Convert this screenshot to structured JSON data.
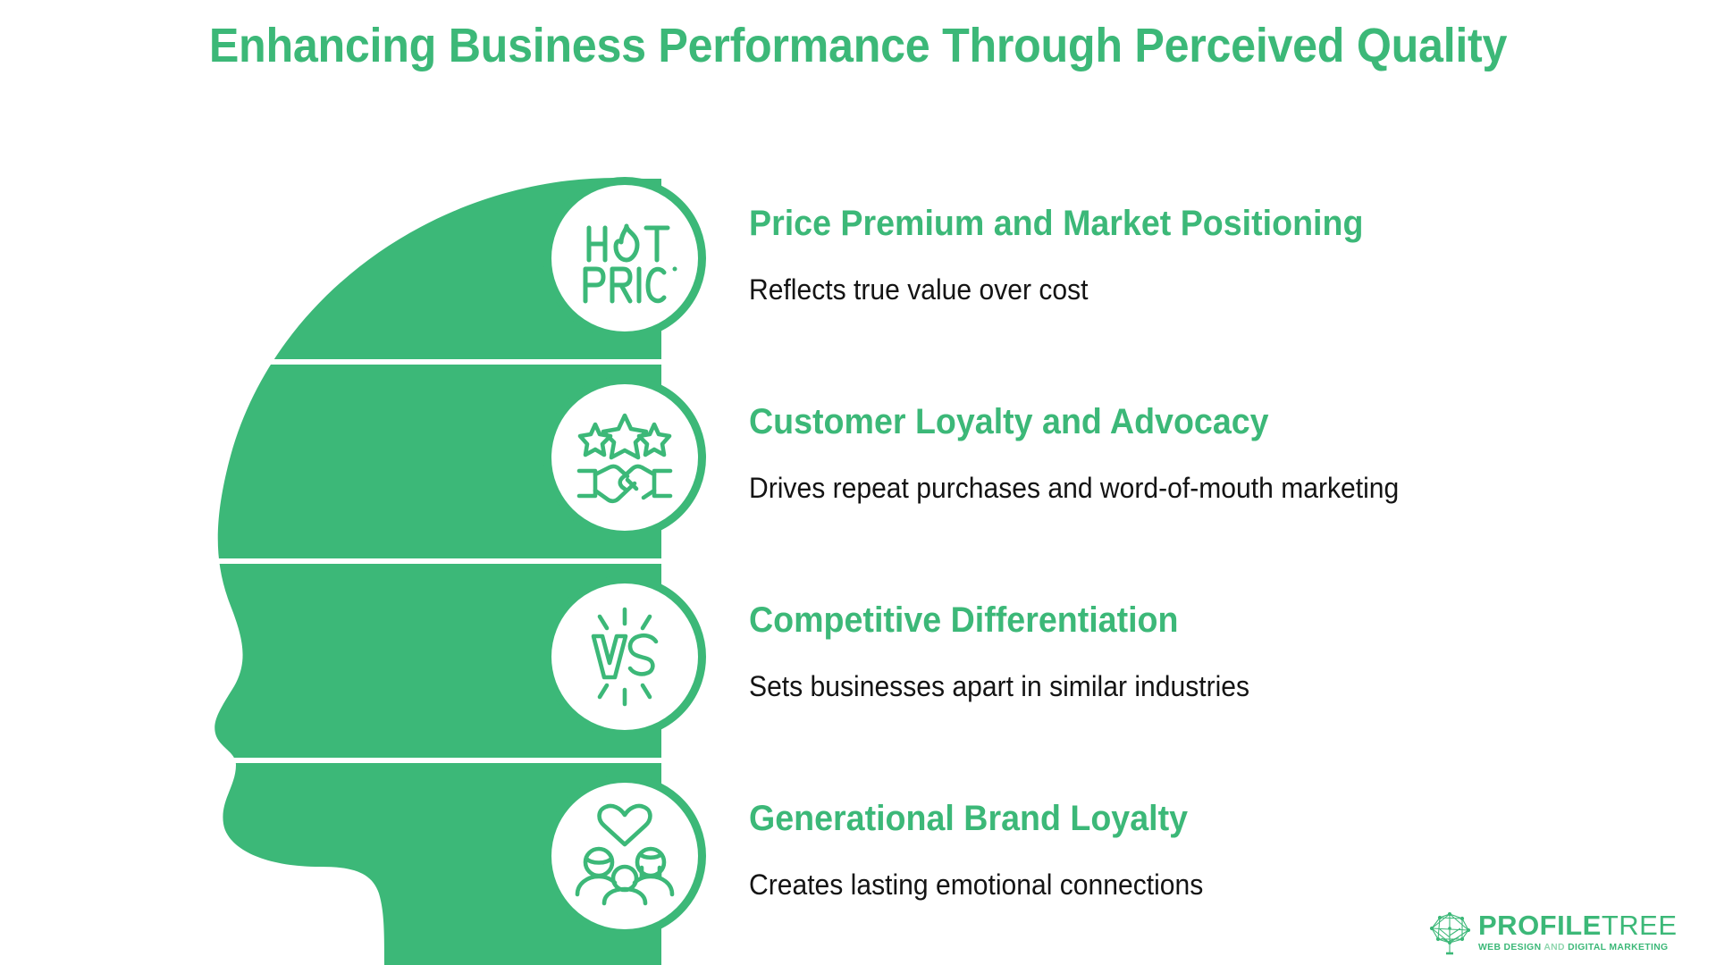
{
  "title": "Enhancing Business Performance Through Perceived Quality",
  "theme": {
    "accent_green": "#3cb878",
    "body_text": "#141414",
    "background": "#ffffff"
  },
  "graphic": {
    "name": "human-head-profile-silhouette",
    "bands": 4
  },
  "rows": [
    {
      "icon": "hot-price-icon",
      "icon_text_line1": "HOT",
      "icon_text_line2": "PRICE",
      "heading": "Price Premium and Market Positioning",
      "body": "Reflects true value over cost"
    },
    {
      "icon": "stars-handshake-icon",
      "heading": "Customer Loyalty and Advocacy",
      "body": "Drives repeat purchases and word-of-mouth marketing"
    },
    {
      "icon": "versus-burst-icon",
      "icon_text": "VS",
      "heading": "Competitive Differentiation",
      "body": "Sets businesses apart in similar industries"
    },
    {
      "icon": "family-heart-icon",
      "heading": "Generational Brand Loyalty",
      "body": "Creates lasting emotional connections"
    }
  ],
  "logo": {
    "name": "profiletree-logo",
    "word_bold": "PROFILE",
    "word_light": "TREE",
    "tagline_part1": "WEB DESIGN",
    "tagline_part2": "AND",
    "tagline_part3": "DIGITAL MARKETING"
  }
}
